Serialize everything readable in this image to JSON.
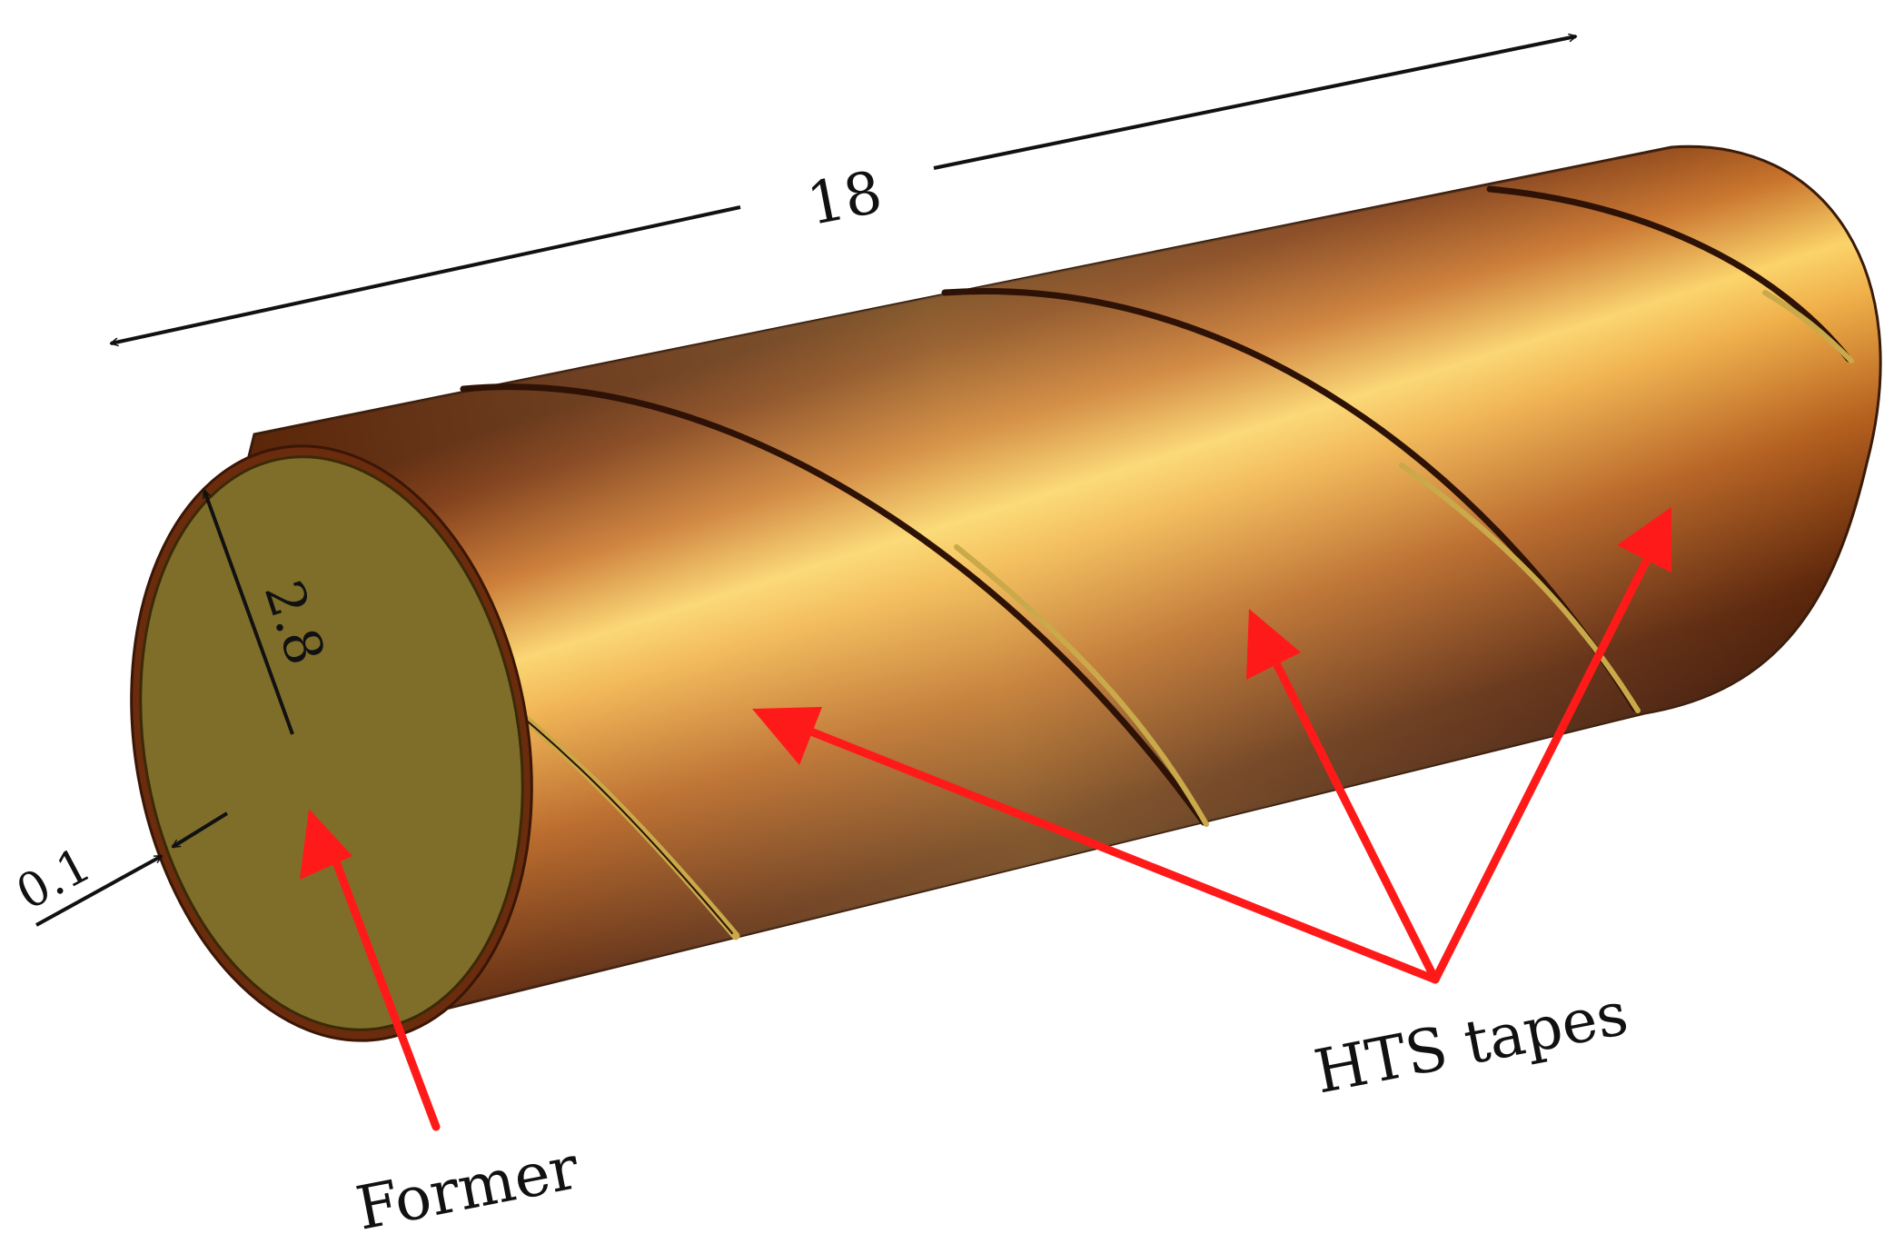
{
  "diagram": {
    "dimensions": {
      "length": "18",
      "radius": "2.8",
      "thickness": "0.1"
    },
    "labels": {
      "former": "Former",
      "tapes": "HTS tapes"
    },
    "colors": {
      "copper_light": "#f5c060",
      "copper_mid": "#c7702a",
      "copper_dark": "#4a1e0a",
      "former_face": "#7f6e2a",
      "tape_edge": "#b59a3a",
      "callout": "#ff1a1a",
      "dimension": "#111111"
    }
  }
}
